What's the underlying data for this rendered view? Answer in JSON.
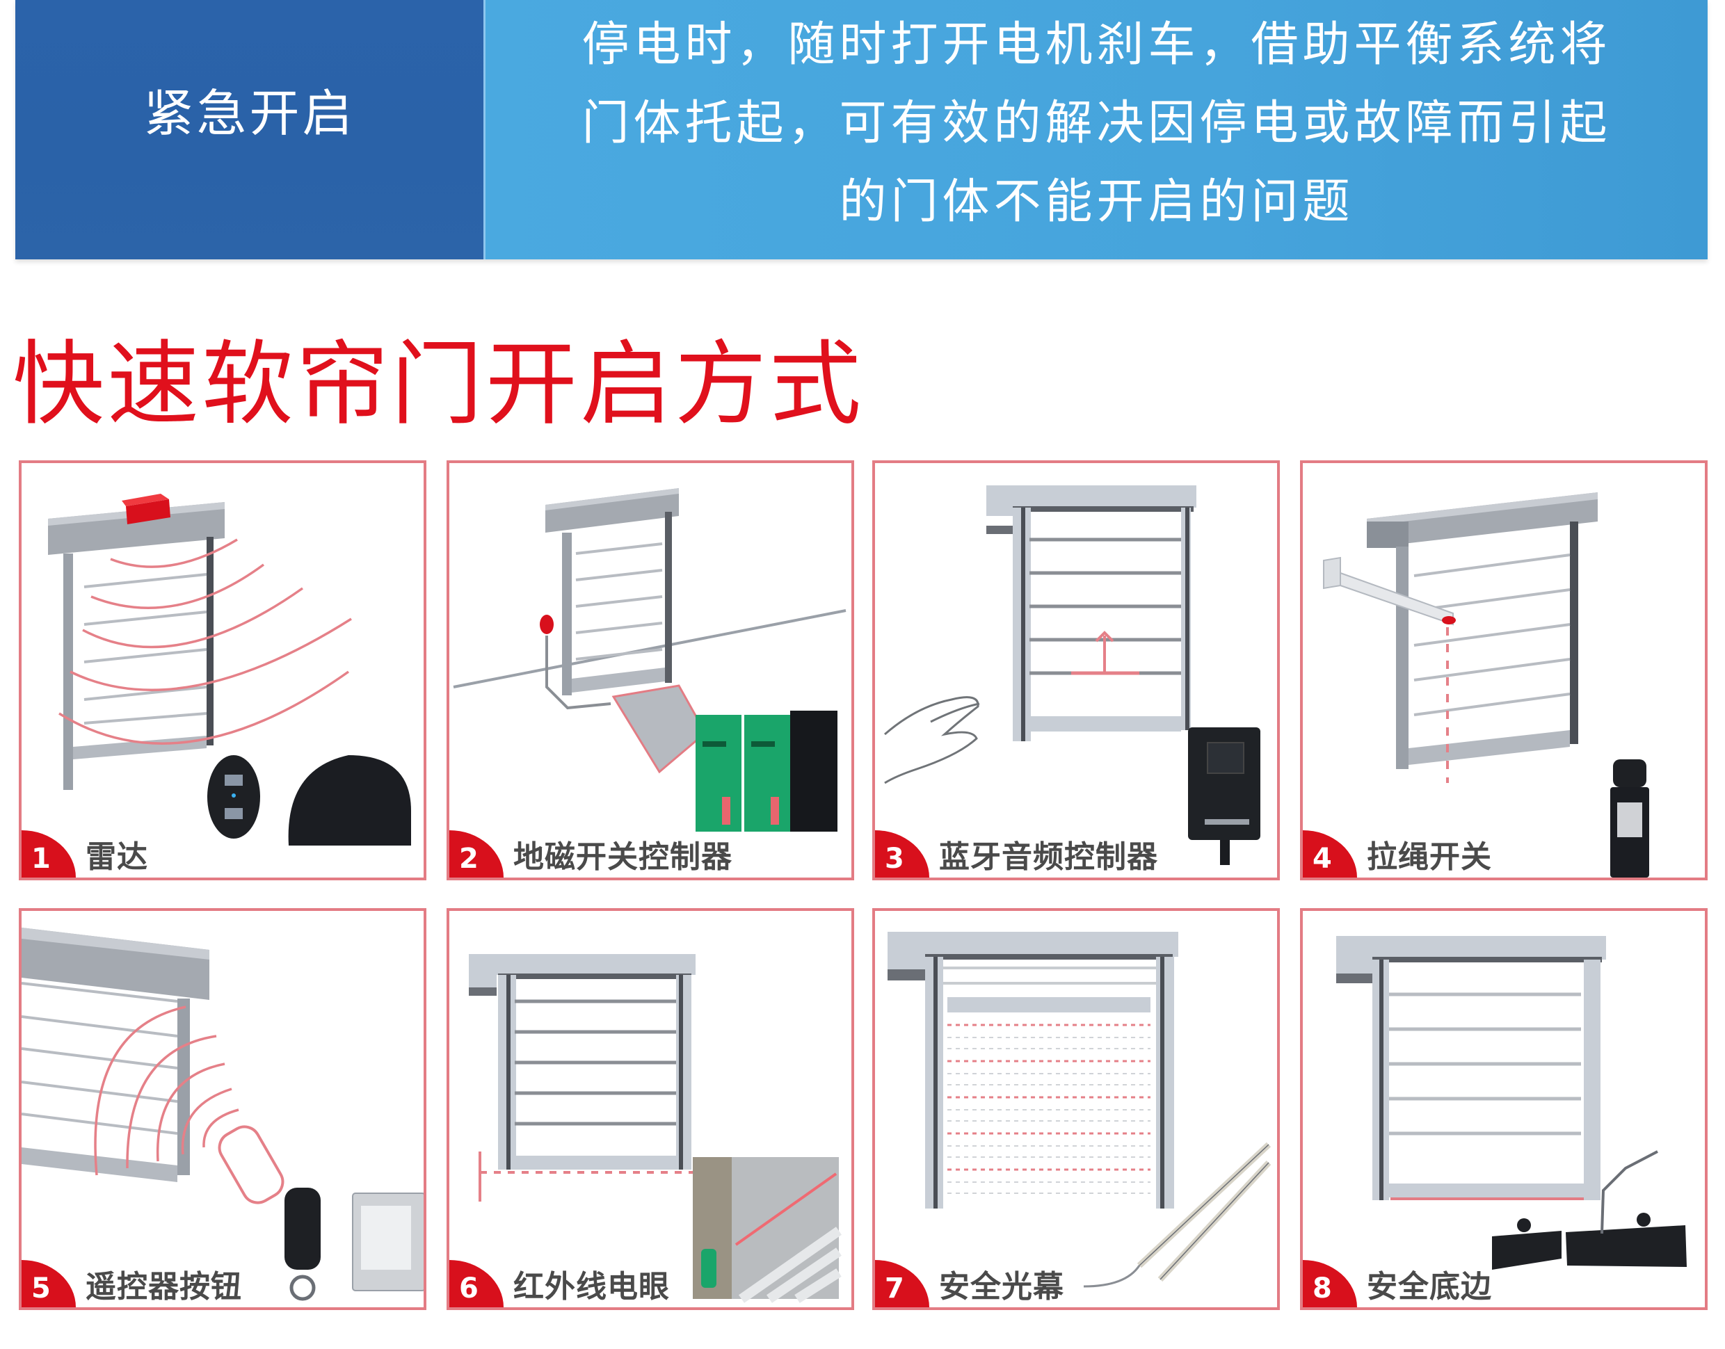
{
  "banner": {
    "feature_name": "紧急开启",
    "description_lines": [
      "停电时，随时打开电机刹车，借助平衡系统将",
      "门体托起，可有效的解决因停电或故障而引起",
      "的门体不能开启的问题"
    ],
    "colors": {
      "left_bg": "#2a62a8",
      "right_bg": "#46a4dc",
      "text": "#ffffff"
    }
  },
  "section": {
    "title": "快速软帘门开启方式",
    "title_color": "#e0101c"
  },
  "cards": [
    {
      "number": "1",
      "label": "雷达",
      "icon": "radar-sensor-icon"
    },
    {
      "number": "2",
      "label": "地磁开关控制器",
      "icon": "ground-magnetic-switch-controller-icon"
    },
    {
      "number": "3",
      "label": "蓝牙音频控制器",
      "icon": "bluetooth-audio-controller-icon"
    },
    {
      "number": "4",
      "label": "拉绳开关",
      "icon": "pull-cord-switch-icon"
    },
    {
      "number": "5",
      "label": "遥控器按钮",
      "icon": "remote-control-button-icon"
    },
    {
      "number": "6",
      "label": "红外线电眼",
      "icon": "infrared-photo-eye-icon"
    },
    {
      "number": "7",
      "label": "安全光幕",
      "icon": "safety-light-curtain-icon"
    },
    {
      "number": "8",
      "label": "安全底边",
      "icon": "safety-bottom-edge-icon"
    }
  ],
  "card_style": {
    "border_color": "#e37c84",
    "badge_color": "#d8101c",
    "label_color": "#4a4a4a"
  }
}
